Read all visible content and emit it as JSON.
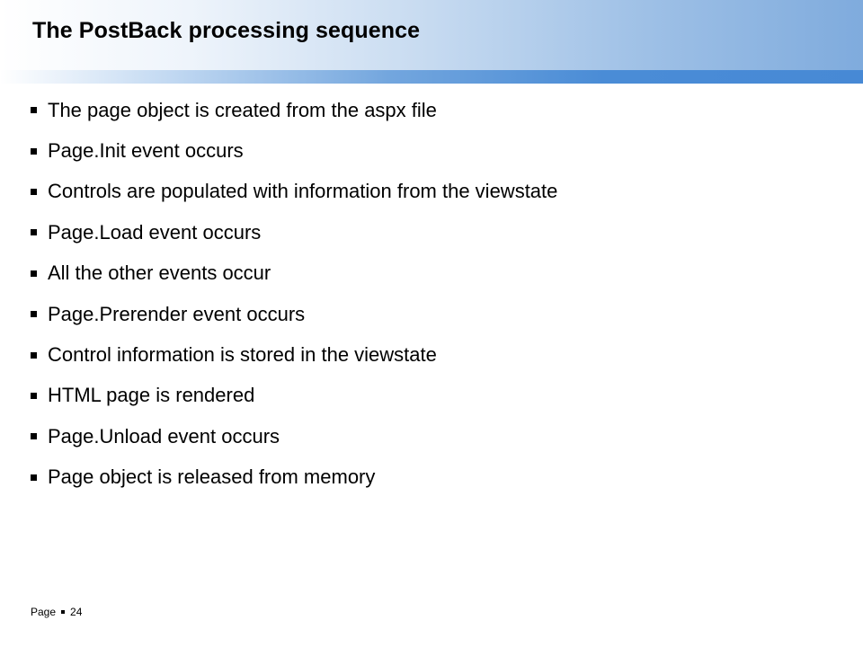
{
  "slide": {
    "title": "The PostBack processing sequence",
    "bullets": [
      "The page object is created from the aspx file",
      "Page.Init event occurs",
      "Controls are populated with information from the viewstate",
      "Page.Load event occurs",
      "All the other events occur",
      "Page.Prerender event occurs",
      "Control information is stored in the viewstate",
      "HTML page is rendered",
      "Page.Unload event occurs",
      "Page object is released from memory"
    ],
    "footer": {
      "label": "Page",
      "number": "24"
    }
  }
}
